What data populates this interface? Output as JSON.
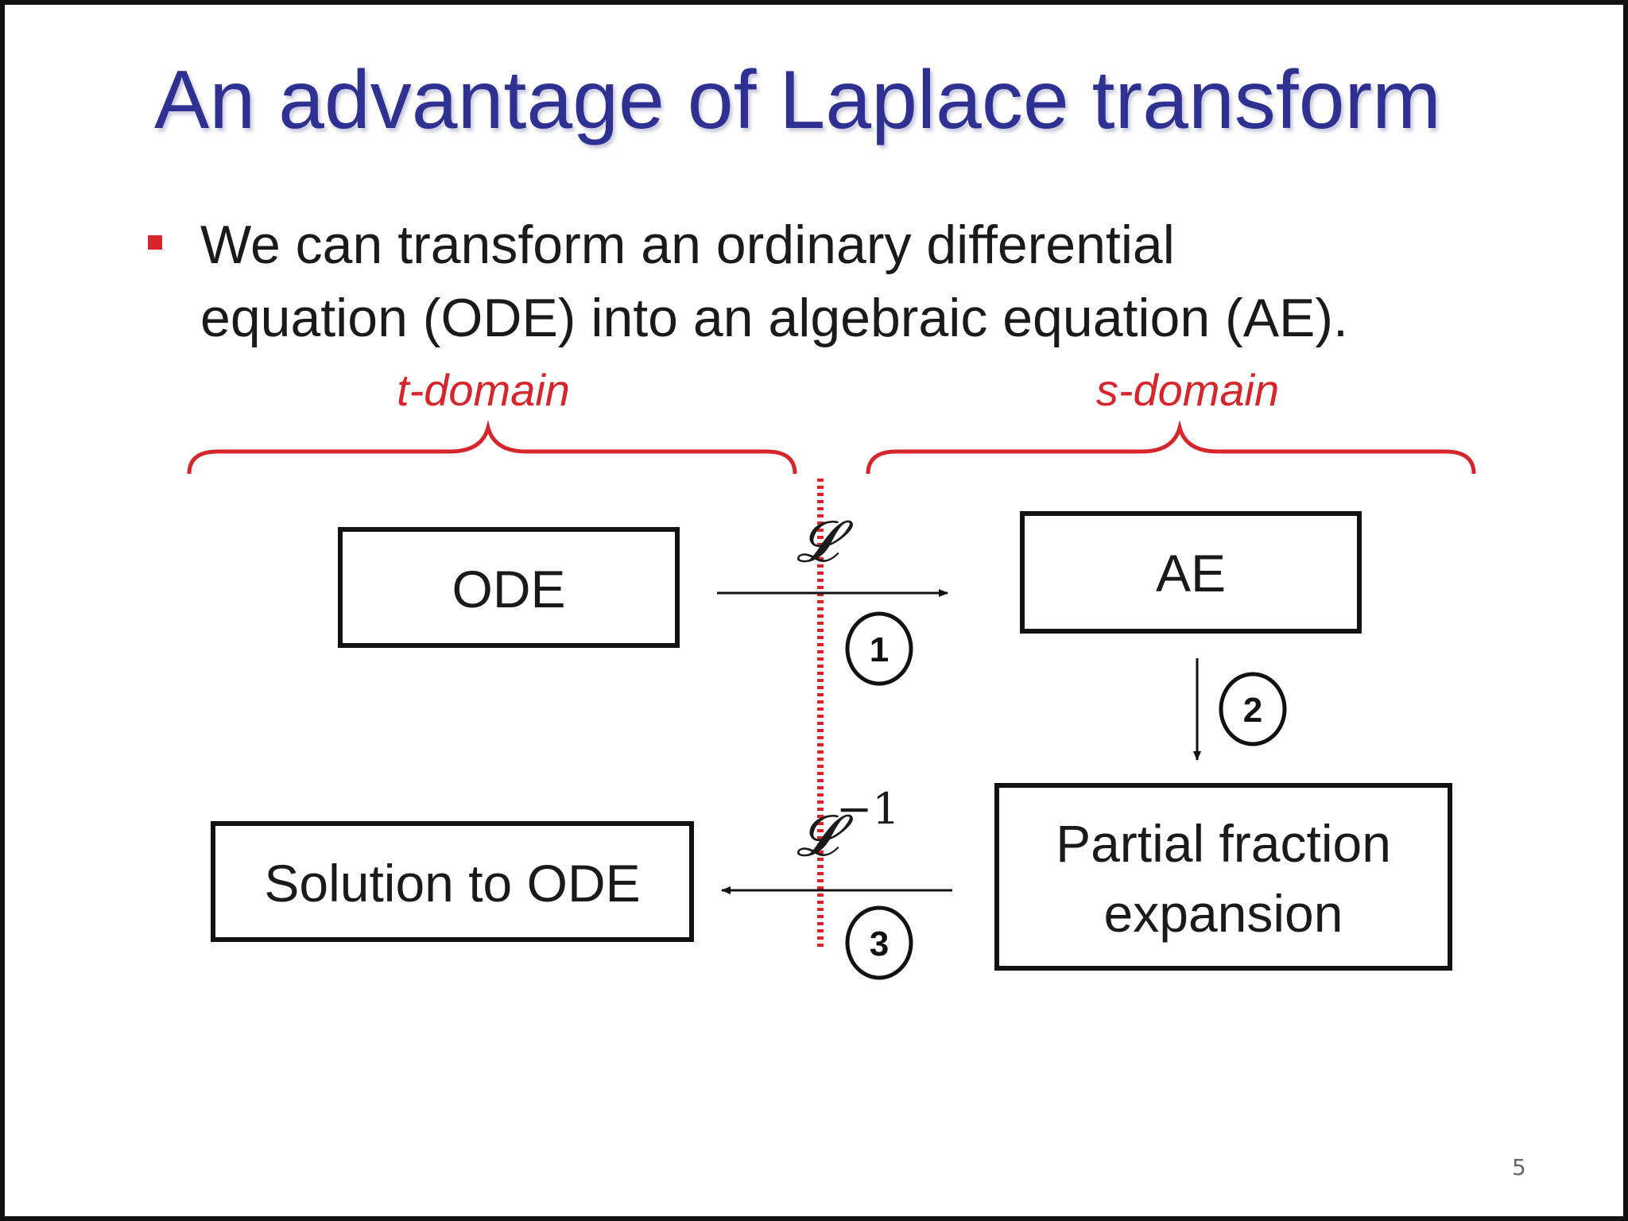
{
  "colors": {
    "title": "#2e3192",
    "accent_red": "#d7262b",
    "box_stroke": "#111111",
    "text": "#1a1a1a"
  },
  "slide": {
    "title": "An advantage of Laplace transform",
    "bullet": {
      "line1": "We can transform an ordinary differential",
      "line2": "equation (ODE) into an algebraic equation (AE)."
    },
    "page_number": "5"
  },
  "diagram": {
    "domains": {
      "left": "t-domain",
      "right": "s-domain"
    },
    "boxes": {
      "ode": "ODE",
      "ae": "AE",
      "partial_line1": "Partial fraction",
      "partial_line2": "expansion",
      "solution": "Solution to ODE"
    },
    "operators": {
      "forward": "𝓛",
      "inverse": "𝓛",
      "inverse_exponent": "−1"
    },
    "steps": {
      "one": "1",
      "two": "2",
      "three": "3"
    }
  }
}
